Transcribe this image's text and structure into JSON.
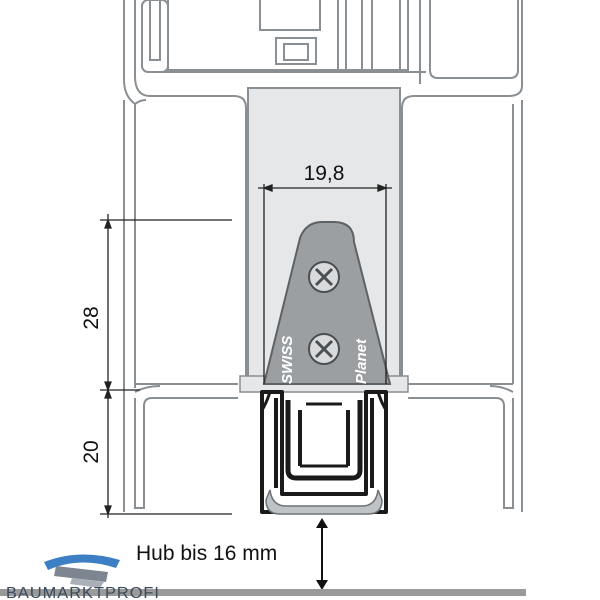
{
  "dimensions": {
    "width_label": "19,8",
    "height_upper_label": "28",
    "height_lower_label": "20"
  },
  "stroke_label": "Hub bis 16 mm",
  "product_marking": {
    "line1": "SWISS",
    "line2": "Planet"
  },
  "logo": {
    "text": "BAUMARKTPROFI"
  },
  "colors": {
    "frame_line": "#8a8f94",
    "frame_fill": "#ffffff",
    "slot_fill": "#e6e7e8",
    "plate_fill": "#9c9fa2",
    "seal_dark": "#1a1a1a",
    "seal_gray": "#bfc3c6",
    "floor": "#9a9a9a",
    "logo_blue": "#3d7fc4",
    "logo_gray": "#7d8590"
  }
}
